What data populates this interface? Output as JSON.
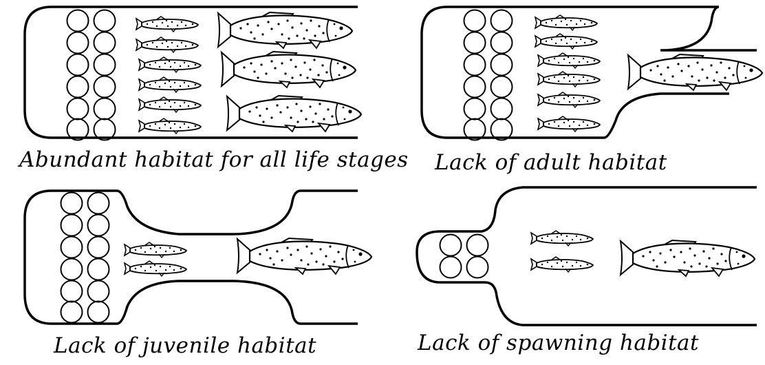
{
  "panels": [
    {
      "caption": "Abundant habitat for all life stages"
    },
    {
      "caption": "Lack of adult habitat"
    },
    {
      "caption": "Lack of juvenile habitat"
    },
    {
      "caption": "Lack of spawning habitat"
    }
  ],
  "colors": {
    "ink": "#000000",
    "background": "#ffffff"
  }
}
